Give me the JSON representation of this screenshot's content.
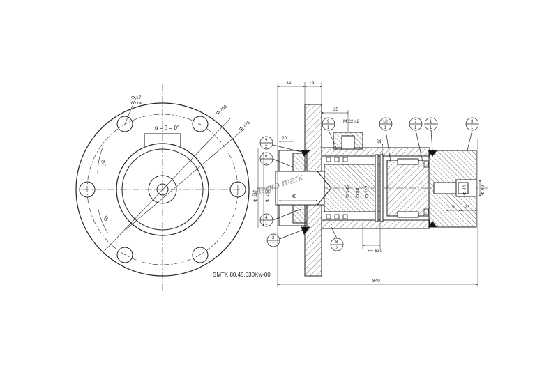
{
  "drawing": {
    "part_code": "SMTK 80.45.630Kw-00",
    "watermark": "allegro mark",
    "front_view": {
      "hole_spec_line1": "Φ 17",
      "hole_spec_line2": "6 otw.",
      "dia_outer": "Φ 200",
      "dia_pitch": "Φ 175",
      "angle_label": "α = β = 0°",
      "angle_60_a": "60°",
      "angle_60_b": "60°"
    },
    "section_view": {
      "dims": {
        "d34": "34",
        "d19": "19",
        "d35": "35",
        "thread": "M 22 x2",
        "d20": "20",
        "d16": "16",
        "d45": "45",
        "d840": "840",
        "stroke": "H= 630",
        "d9": "9",
        "d23": "23",
        "dia_117": "Φ 117",
        "dia_132": "Φ 132",
        "dia_145": "Φ 145",
        "dia_80": "Φ 80",
        "dia_112": "Φ 112",
        "dia_44": "Φ 44",
        "dia_90": "Φ 90"
      },
      "balloons": [
        {
          "top": "5",
          "bottom": "2"
        },
        {
          "top": "6",
          "bottom": "1"
        },
        {
          "top": "9",
          "bottom": "1"
        },
        {
          "top": "10",
          "bottom": "1"
        },
        {
          "top": "7",
          "bottom": "1"
        },
        {
          "top": "1",
          "bottom": "1"
        },
        {
          "top": "3",
          "bottom": "1"
        },
        {
          "top": "4",
          "bottom": "1"
        },
        {
          "top": "2",
          "bottom": "1"
        },
        {
          "top": "8",
          "bottom": "2"
        }
      ]
    }
  }
}
